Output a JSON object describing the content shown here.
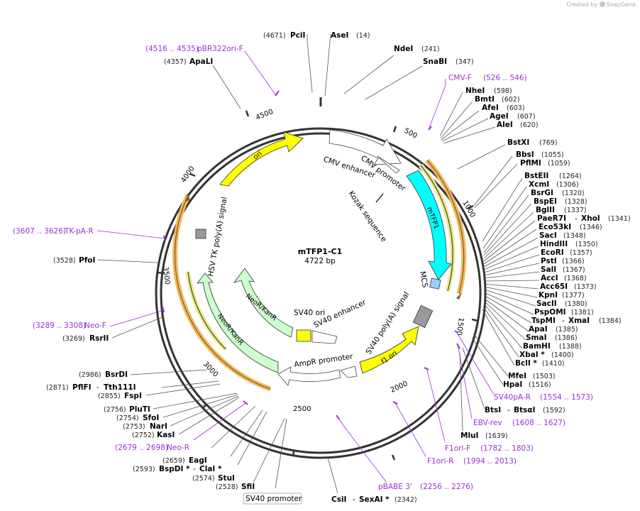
{
  "credit": {
    "created_by": "Created by",
    "brand": "SnapGene"
  },
  "plasmid": {
    "name": "mTFP1-C1",
    "size": "4722 bp"
  },
  "colors": {
    "backbone": "#333333",
    "yellow": "#ffff00",
    "cyan": "#00ffff",
    "green": "#ccffcc",
    "white": "#ffffff",
    "gray": "#999999",
    "blue": "#99ccff",
    "orange": "#f0b860",
    "dark_green": "#2e7d1f",
    "primer": "#9b30d9"
  },
  "tick_labels": [
    "500",
    "1000",
    "1500",
    "2000",
    "2500",
    "3000",
    "3500",
    "4000",
    "4500"
  ],
  "features": {
    "ori": "ori",
    "cmv_enhancer": "CMV enhancer",
    "cmv_promoter": "CMV promoter",
    "kozak": "Kozak sequence",
    "mtfp1": "mTFP1",
    "mcs": "MCS",
    "sv40_polya": "SV40 poly(A) signal",
    "f1_ori": "f1 ori",
    "ampr_promoter": "AmpR promoter",
    "sv40_ori": "SV40 ori",
    "sv40_enhancer": "SV40 enhancer",
    "neokanr_inner": "NeoR/KanR",
    "neokanr_outer": "NeoR/KanR",
    "hsv_tk": "HSV TK poly(A) signal",
    "sv40_promoter": "SV40 promoter"
  },
  "sites": {
    "pcii": {
      "pos": "(4671)",
      "name": "PciI"
    },
    "asei": {
      "name": "AseI",
      "pos": "(14)"
    },
    "ndei": {
      "name": "NdeI",
      "pos": "(241)"
    },
    "snabi": {
      "name": "SnaBI",
      "pos": "(347)"
    },
    "apali": {
      "pos": "(4357)",
      "name": "ApaLI"
    },
    "nhei": {
      "name": "NheI",
      "pos": "(598)"
    },
    "bmti": {
      "name": "BmtI",
      "pos": "(602)"
    },
    "afei": {
      "name": "AfeI",
      "pos": "(603)"
    },
    "agei": {
      "name": "AgeI",
      "pos": "(607)"
    },
    "alei": {
      "name": "AleI",
      "pos": "(620)"
    },
    "bstxi": {
      "name": "BstXI",
      "pos": "(769)"
    },
    "bbsi": {
      "name": "BbsI",
      "pos": "(1055)"
    },
    "pflmi": {
      "name": "PflMI",
      "pos": "(1059)"
    },
    "bsteii": {
      "name": "BstEII",
      "pos": "(1264)"
    },
    "xcmi": {
      "name": "XcmI",
      "pos": "(1306)"
    },
    "bsrgi": {
      "name": "BsrGI",
      "pos": "(1320)"
    },
    "bspei": {
      "name": "BspEI",
      "pos": "(1328)"
    },
    "bglii": {
      "name": "BglII",
      "pos": "(1337)"
    },
    "paer7i": {
      "name": "PaeR7I",
      "sep": "-",
      "name2": "XhoI",
      "pos": "(1341)"
    },
    "eco53ki": {
      "name": "Eco53kI",
      "pos": "(1346)"
    },
    "saci": {
      "name": "SacI",
      "pos": "(1348)"
    },
    "hindiii": {
      "name": "HindIII",
      "pos": "(1350)"
    },
    "ecori": {
      "name": "EcoRI",
      "pos": "(1357)"
    },
    "psti": {
      "name": "PstI",
      "pos": "(1366)"
    },
    "sali": {
      "name": "SalI",
      "pos": "(1367)"
    },
    "acci": {
      "name": "AccI",
      "pos": "(1368)"
    },
    "acc65i": {
      "name": "Acc65I",
      "pos": "(1373)"
    },
    "kpni": {
      "name": "KpnI",
      "pos": "(1377)"
    },
    "sacii": {
      "name": "SacII",
      "pos": "(1380)"
    },
    "pspomi": {
      "name": "PspOMI",
      "pos": "(1381)"
    },
    "tspmi": {
      "name": "TspMI",
      "sep": "-",
      "name2": "XmaI",
      "pos": "(1384)"
    },
    "apai": {
      "name": "ApaI",
      "pos": "(1385)"
    },
    "smai": {
      "name": "SmaI",
      "pos": "(1386)"
    },
    "bamhi": {
      "name": "BamHI",
      "pos": "(1388)"
    },
    "xbai": {
      "name": "XbaI *",
      "pos": "(1400)"
    },
    "bcli": {
      "name": "BclI *",
      "pos": "(1410)"
    },
    "mfei": {
      "name": "MfeI",
      "pos": "(1503)"
    },
    "hpai": {
      "name": "HpaI",
      "pos": "(1516)"
    },
    "btsi": {
      "name": "BtsI",
      "sep": "-",
      "name2": "BtsαI",
      "pos": "(1592)"
    },
    "mlui": {
      "name": "MluI",
      "pos": "(1639)"
    },
    "csii": {
      "name": "CsiI",
      "sep": "-",
      "name2": "SexAI *",
      "pos": "(2342)"
    },
    "sfii": {
      "pos": "(2528)",
      "name": "SfiI"
    },
    "stui": {
      "pos": "(2574)",
      "name": "StuI"
    },
    "bspdi": {
      "pos": "(2593)",
      "name": "BspDI *",
      "sep": "-",
      "name2": "ClaI *"
    },
    "eagi": {
      "pos": "(2659)",
      "name": "EagI"
    },
    "kasi": {
      "pos": "(2752)",
      "name": "KasI"
    },
    "nari": {
      "pos": "(2753)",
      "name": "NarI"
    },
    "sfoi": {
      "pos": "(2754)",
      "name": "SfoI"
    },
    "plutI": {
      "pos": "(2756)",
      "name": "PluTI"
    },
    "fspi": {
      "pos": "(2855)",
      "name": "FspI"
    },
    "pflfi": {
      "pos": "(2871)",
      "name": "PflFI",
      "sep": "-",
      "name2": "Tth111I"
    },
    "bsrdi": {
      "pos": "(2986)",
      "name": "BsrDI"
    },
    "rsrii": {
      "pos": "(3269)",
      "name": "RsrII"
    },
    "pfoi": {
      "pos": "(3528)",
      "name": "PfoI"
    }
  },
  "primers": {
    "pbr322ori_f": {
      "range": "(4516 .. 4535)",
      "name": "pBR322ori-F"
    },
    "cmv_f": {
      "name": "CMV-F",
      "range": "(526 .. 546)"
    },
    "sv40pa_r": {
      "name": "SV40pA-R",
      "range": "(1554 .. 1573)"
    },
    "ebv_rev": {
      "name": "EBV-rev",
      "range": "(1608 .. 1627)"
    },
    "f1ori_f": {
      "name": "F1ori-F",
      "range": "(1782 .. 1803)"
    },
    "f1ori_r": {
      "name": "F1ori-R",
      "range": "(1994 .. 2013)"
    },
    "pbabe3": {
      "name": "pBABE 3'",
      "range": "(2256 .. 2276)"
    },
    "neo_r": {
      "range": "(2679 .. 2698)",
      "name": "Neo-R"
    },
    "neo_f": {
      "range": "(3289 .. 3308)",
      "name": "Neo-F"
    },
    "tk_pa_r": {
      "range": "(3607 .. 3626)",
      "name": "TK-pA-R"
    }
  }
}
